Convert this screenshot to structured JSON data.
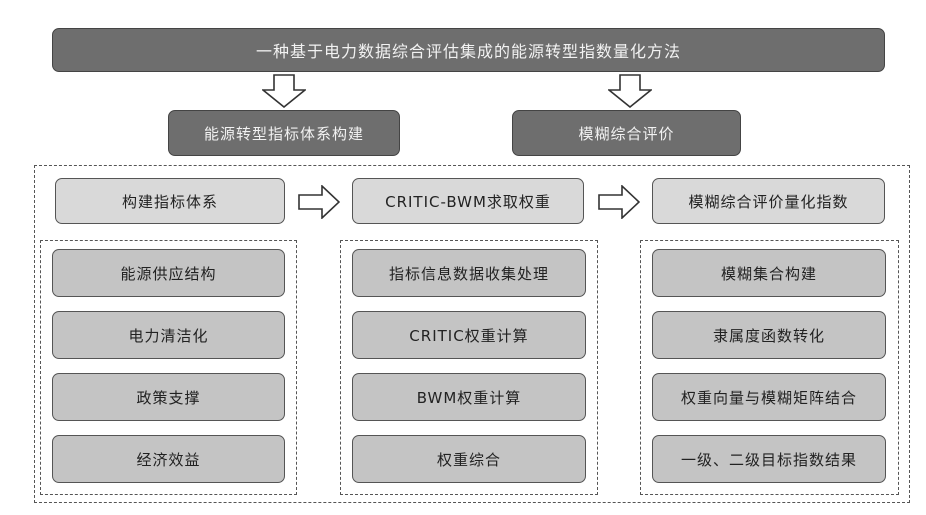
{
  "title": "一种基于电力数据综合评估集成的能源转型指数量化方法",
  "sections": {
    "left": "能源转型指标体系构建",
    "right": "模糊综合评价"
  },
  "steps": [
    "构建指标体系",
    "CRITIC-BWM求取权重",
    "模糊综合评价量化指数"
  ],
  "columns": [
    [
      "能源供应结构",
      "电力清洁化",
      "政策支撑",
      "经济效益"
    ],
    [
      "指标信息数据收集处理",
      "CRITIC权重计算",
      "BWM权重计算",
      "权重综合"
    ],
    [
      "模糊集合构建",
      "隶属度函数转化",
      "权重向量与模糊矩阵结合",
      "一级、二级目标指数结果"
    ]
  ]
}
